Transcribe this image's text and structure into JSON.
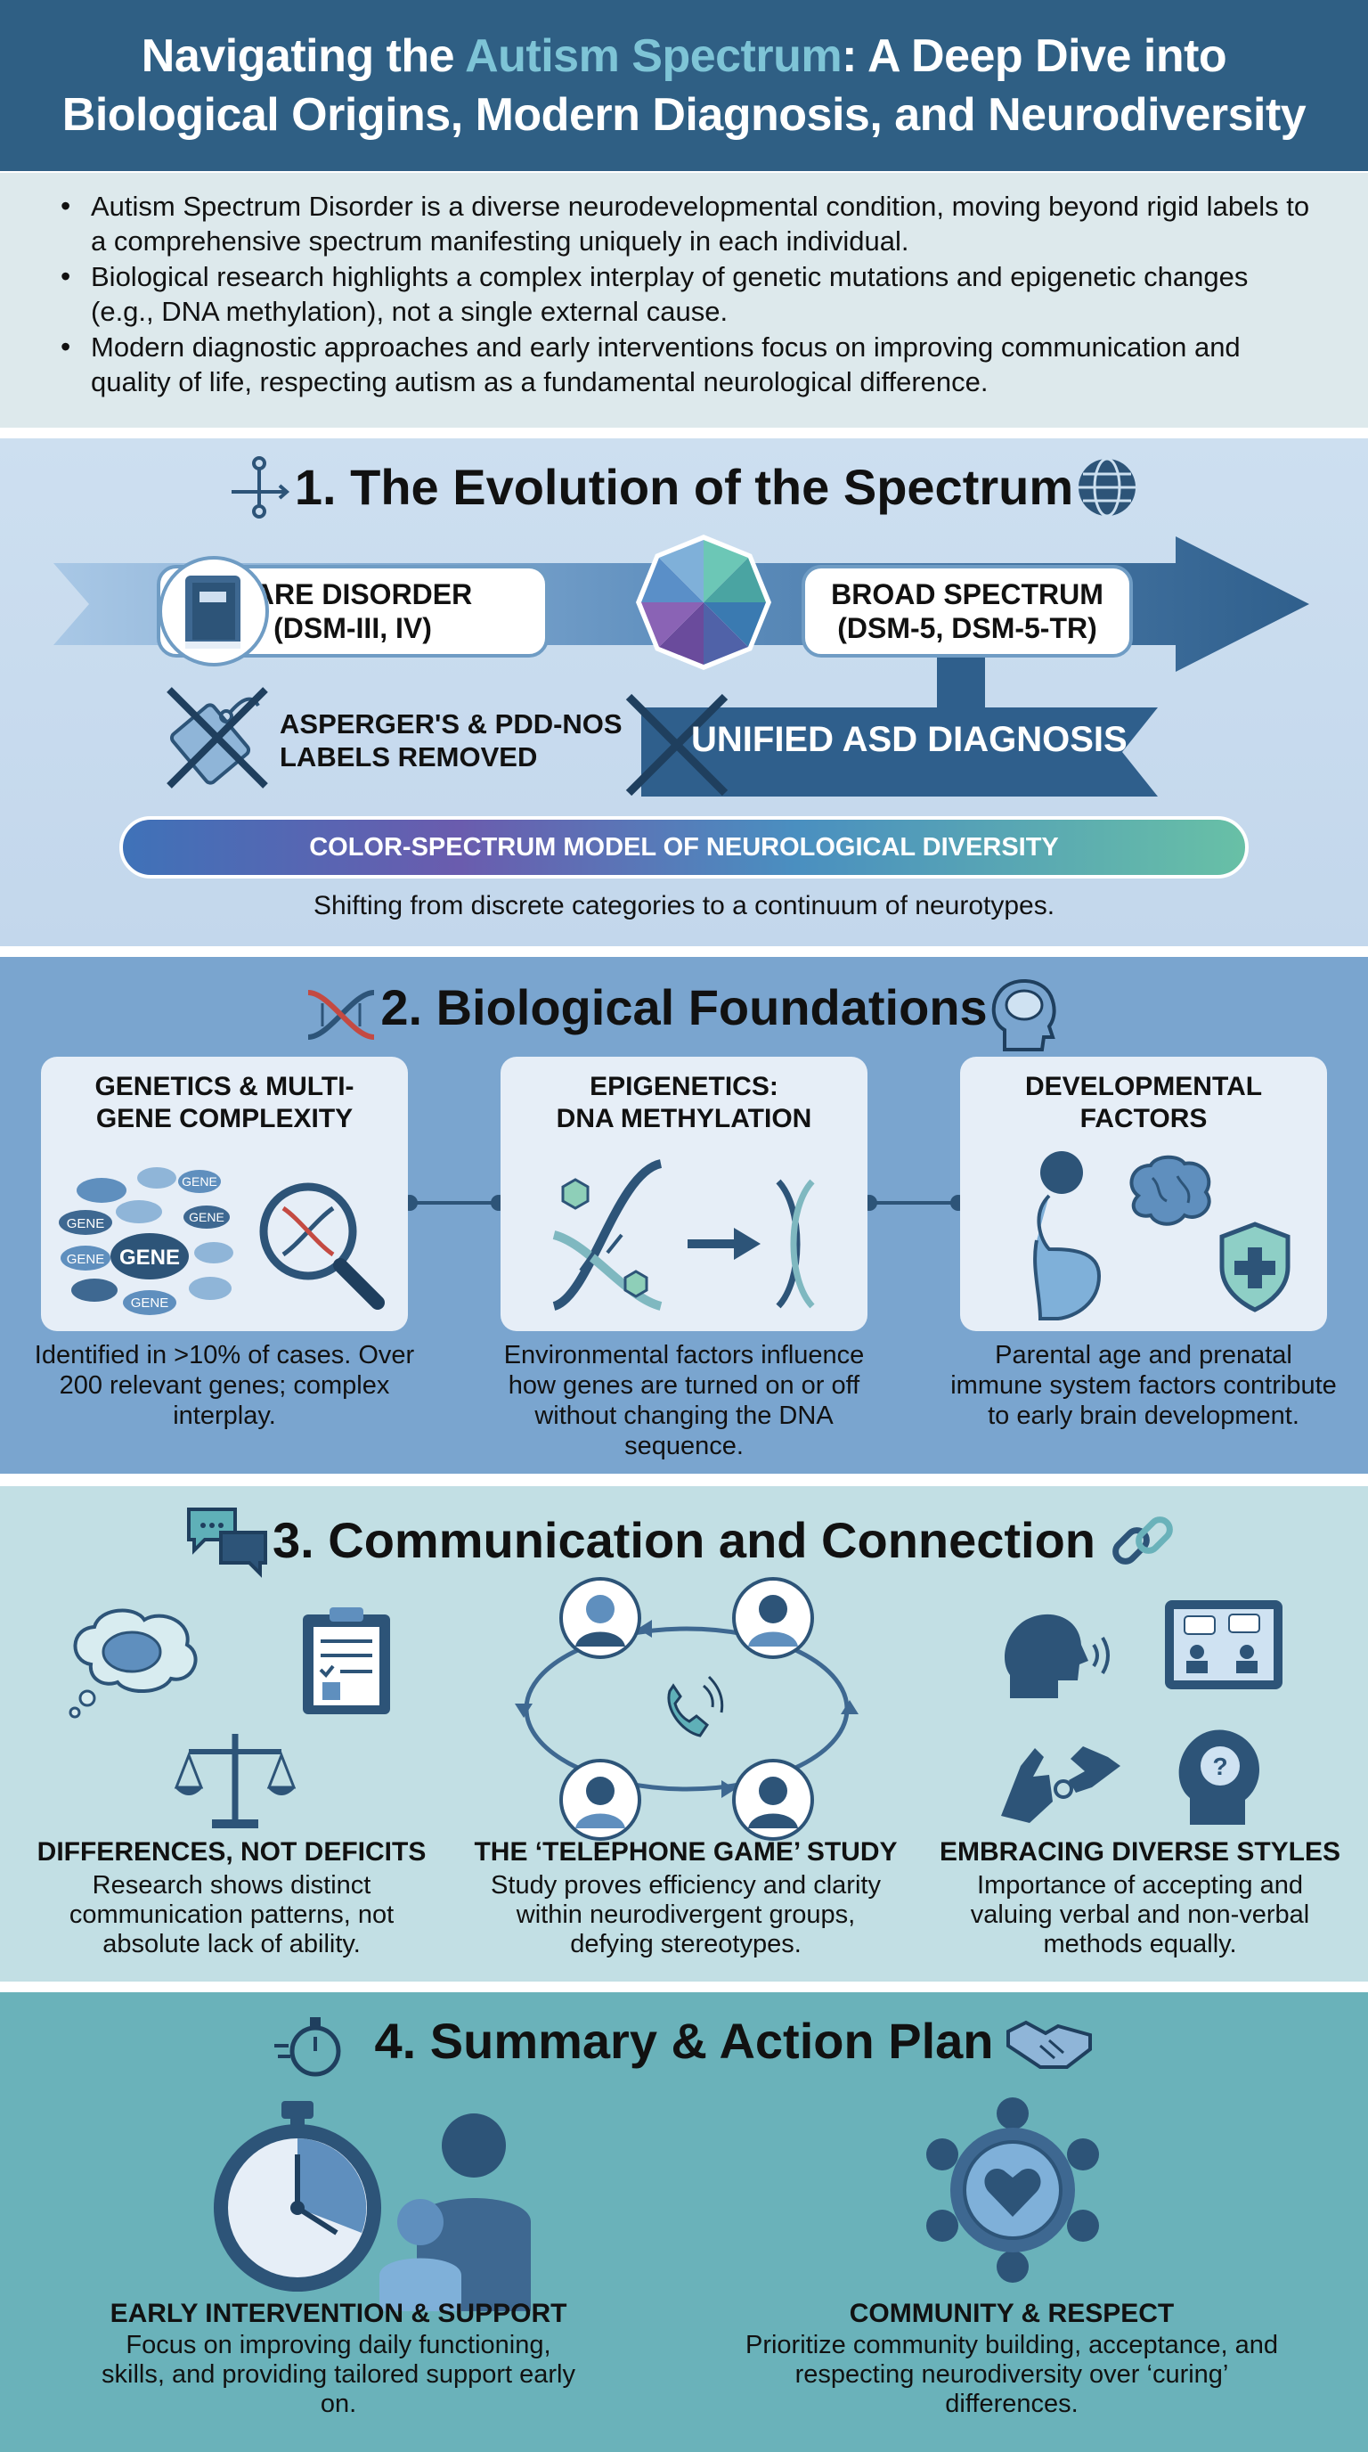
{
  "header": {
    "title_line1_pre": "Navigating the ",
    "title_line1_accent": "Autism Spectrum",
    "title_line1_post": ": A Deep Dive into",
    "title_line2": "Biological Origins, Modern Diagnosis, and Neurodiversity"
  },
  "intro": {
    "bullets": [
      "Autism Spectrum Disorder is a diverse neurodevelopmental condition, moving beyond rigid labels to a comprehensive spectrum manifesting uniquely in each individual.",
      "Biological research highlights a complex interplay of genetic mutations and epigenetic changes (e.g., DNA methylation), not a single external cause.",
      "Modern diagnostic approaches and early interventions focus on improving communication and quality of life, respecting autism as a fundamental neurological difference."
    ]
  },
  "section1": {
    "title": "1. The Evolution of the Spectrum",
    "rare_line1": "RARE DISORDER",
    "rare_line2": "(DSM-III, IV)",
    "broad_line1": "BROAD SPECTRUM",
    "broad_line2": "(DSM-5, DSM-5-TR)",
    "removed_line1": "ASPERGER'S & PDD-NOS",
    "removed_line2": "LABELS REMOVED",
    "unified": "UNIFIED ASD DIAGNOSIS",
    "spectrum_bar": "COLOR-SPECTRUM MODEL OF NEUROLOGICAL DIVERSITY",
    "caption": "Shifting from discrete categories to a continuum of neurotypes."
  },
  "section2": {
    "title": "2. Biological Foundations",
    "cards": [
      {
        "title_l1": "GENETICS & MULTI-",
        "title_l2": "GENE COMPLEXITY",
        "desc": "Identified in >10% of cases. Over 200 relevant genes; complex interplay."
      },
      {
        "title_l1": "EPIGENETICS:",
        "title_l2": "DNA METHYLATION",
        "desc": "Environmental factors influence how genes are turned on or off without changing the DNA sequence."
      },
      {
        "title_l1": "DEVELOPMENTAL",
        "title_l2": "FACTORS",
        "desc": "Parental age and prenatal immune system factors contribute to early brain development."
      }
    ],
    "gene_words": [
      "GENE",
      "GENE",
      "GENE",
      "GENE",
      "GENE",
      "GENE"
    ]
  },
  "section3": {
    "title": "3. Communication and Connection",
    "blocks": [
      {
        "title": "DIFFERENCES, NOT DEFICITS",
        "desc": "Research shows distinct communication patterns, not absolute lack of ability."
      },
      {
        "title": "THE ‘TELEPHONE GAME’ STUDY",
        "desc": "Study proves efficiency and clarity within neurodivergent groups, defying stereotypes."
      },
      {
        "title": "EMBRACING DIVERSE STYLES",
        "desc": "Importance of accepting and valuing verbal and non-verbal methods equally."
      }
    ]
  },
  "section4": {
    "title": "4. Summary & Action Plan",
    "blocks": [
      {
        "title": "EARLY INTERVENTION & SUPPORT",
        "desc": "Focus on improving daily functioning, skills, and providing tailored support early on."
      },
      {
        "title": "COMMUNITY & RESPECT",
        "desc": "Prioritize community building, acceptance, and respecting neurodiversity over ‘curing’ differences."
      }
    ]
  },
  "colors": {
    "header_bg": "#2f5f84",
    "accent": "#7ec4d6",
    "dark_blue": "#2d5478",
    "mid_blue": "#4f7fa8"
  },
  "icons": [
    "flow-icon",
    "globe-icon",
    "book-icon",
    "tag-icon",
    "dna-icon",
    "head-brain-icon",
    "magnifier-icon",
    "pregnant-icon",
    "brain-icon",
    "shield-icon",
    "chat-icon",
    "link-icon",
    "clipboard-icon",
    "scales-icon",
    "phone-icon",
    "person-icon",
    "tablet-icon",
    "speaking-head-icon",
    "sign-hands-icon",
    "stopwatch-icon",
    "handshake-icon",
    "community-heart-icon"
  ]
}
